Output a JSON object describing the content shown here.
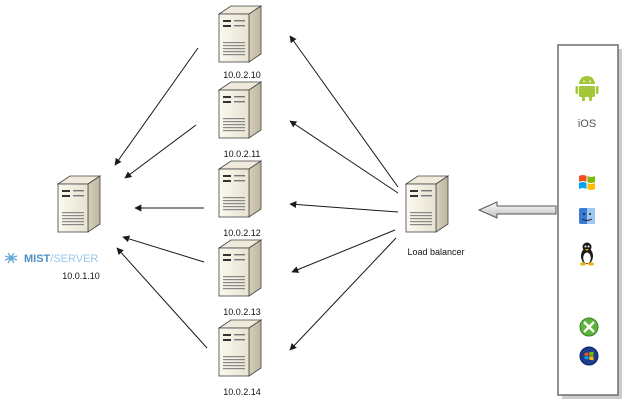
{
  "master": {
    "brand_mist": "MIST",
    "brand_server": "/SERVER",
    "ip": "10.0.1.10"
  },
  "edges": [
    {
      "ip": "10.0.2.10"
    },
    {
      "ip": "10.0.2.11"
    },
    {
      "ip": "10.0.2.12"
    },
    {
      "ip": "10.0.2.13"
    },
    {
      "ip": "10.0.2.14"
    }
  ],
  "load_balancer": {
    "label": "Load balancer"
  },
  "clients": [
    {
      "icon": "android-icon"
    },
    {
      "icon": "ios-icon",
      "text": "iOS"
    },
    {
      "icon": "windows-icon"
    },
    {
      "icon": "mac-finder-icon"
    },
    {
      "icon": "linux-tux-icon"
    },
    {
      "icon": "xbox-icon"
    },
    {
      "icon": "windows-phone-icon"
    }
  ],
  "colors": {
    "brand_blue": "#6aaad8",
    "android_green": "#a4c639",
    "xbox_green": "#5cb43c",
    "arrow": "#1a1a1a",
    "server_body": "#f4f1e6",
    "panel_border": "#6d6d6d"
  }
}
